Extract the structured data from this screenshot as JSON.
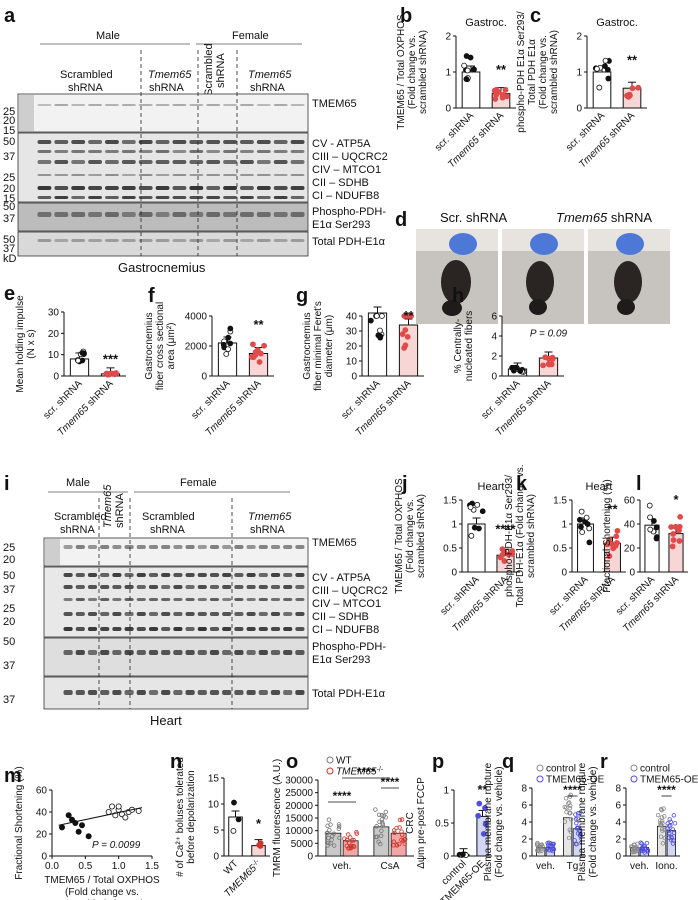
{
  "panels": {
    "a": {
      "letter": "a",
      "groups": [
        "Male",
        "Female"
      ],
      "lanes": [
        {
          "line1": "Scrambled",
          "line2": "shRNA"
        },
        {
          "line1": "Tmem65",
          "line2": "shRNA"
        },
        {
          "line1": "Scrambled",
          "line2": "shRNA"
        },
        {
          "line1": "Tmem65",
          "line2": "shRNA"
        }
      ],
      "mw": [
        "25",
        "20",
        "15",
        "50",
        "37",
        "37",
        "25",
        "20",
        "15",
        "50",
        "37",
        "50",
        "37",
        "kD"
      ],
      "bands": [
        "TMEM65",
        "CV - ATP5A",
        "CIII – UQCRC2",
        "CIV – MTCO1",
        "CII – SDHB",
        "CI – NDUFB8",
        "Phospho-PDH-",
        "E1α Ser293",
        "Total PDH-E1α"
      ],
      "tissue": "Gastrocnemius"
    },
    "d": {
      "letter": "d",
      "left_title": "Scr. shRNA",
      "right_title_it": "Tmem65",
      "right_title": " shRNA"
    },
    "i": {
      "letter": "i",
      "groups": [
        "Male",
        "Female"
      ],
      "lanes": [
        {
          "line1": "Scrambled",
          "line2": "shRNA"
        },
        {
          "line1": "Tmem65",
          "line2": "shRNA"
        },
        {
          "line1": "Scrambled",
          "line2": "shRNA"
        },
        {
          "line1": "Tmem65",
          "line2": "shRNA"
        }
      ],
      "mw": [
        "25",
        "20",
        "50",
        "37",
        "37",
        "25",
        "20",
        "50",
        "37",
        "37"
      ],
      "bands": [
        "TMEM65",
        "CV - ATP5A",
        "CIII – UQCRC2",
        "CIV – MTCO1",
        "CII – SDHB",
        "CI – NDUFB8",
        "Phospho-PDH-",
        "E1α Ser293",
        "Total PDH-E1α"
      ],
      "tissue": "Heart"
    }
  },
  "common": {
    "scr": "scr. shRNA",
    "tm_it": "Tmem65",
    "tm": " shRNA",
    "wt": "WT",
    "ko": "TMEM65",
    "ko_sup": "-/-",
    "control": "control",
    "oe": "TMEM65-OE",
    "veh": "veh."
  },
  "chart_data": [
    {
      "id": "b",
      "type": "bar",
      "title": "Gastroc.",
      "ylabel": [
        "TMEM65 / Total OXPHOS",
        "(Fold change vs.",
        "scrambled shRNA)"
      ],
      "ylim": [
        0,
        2
      ],
      "yticks": [
        0,
        1,
        2
      ],
      "categories": [
        "scr. shRNA",
        "Tmem65 shRNA"
      ],
      "values": [
        1.0,
        0.4
      ],
      "sig": "**"
    },
    {
      "id": "c",
      "type": "bar",
      "title": "Gastroc.",
      "ylabel": [
        "phospho-PDH E1α Ser293/",
        "Total PDH E1α",
        "(Fold change vs.",
        "scrambled shRNA)"
      ],
      "ylim": [
        0,
        2
      ],
      "yticks": [
        0,
        1,
        2
      ],
      "categories": [
        "scr. shRNA",
        "Tmem65 shRNA"
      ],
      "values": [
        1.0,
        0.55
      ],
      "sig": "**"
    },
    {
      "id": "e",
      "type": "bar",
      "ylabel": [
        "Mean holding impulse",
        "(N x s)"
      ],
      "ylim": [
        0,
        30
      ],
      "yticks": [
        0,
        10,
        20,
        30
      ],
      "categories": [
        "scr. shRNA",
        "Tmem65 shRNA"
      ],
      "values": [
        8,
        1
      ],
      "sig": "***"
    },
    {
      "id": "f",
      "type": "bar",
      "ylabel": [
        "Gastrocnemius",
        "fiber cross sectional",
        "area (μm²)"
      ],
      "ylim": [
        0,
        4000
      ],
      "yticks": [
        0,
        2000,
        4000
      ],
      "categories": [
        "scr. shRNA",
        "Tmem65 shRNA"
      ],
      "values": [
        2200,
        1500
      ],
      "sig": "**"
    },
    {
      "id": "g",
      "type": "bar",
      "ylabel": [
        "Gastrocnemius",
        "fiber minimal Feret's",
        "diameter (μm)"
      ],
      "ylim": [
        0,
        40
      ],
      "yticks": [
        0,
        10,
        20,
        30,
        40
      ],
      "categories": [
        "scr. shRNA",
        "Tmem65 shRNA"
      ],
      "values": [
        42,
        34
      ],
      "sig": "**"
    },
    {
      "id": "h",
      "type": "bar",
      "ylabel": [
        "% Centrally-",
        "nucleated fibers"
      ],
      "ylim": [
        0,
        6
      ],
      "yticks": [
        0,
        2,
        4,
        6
      ],
      "categories": [
        "scr. shRNA",
        "Tmem65 shRNA"
      ],
      "values": [
        0.7,
        1.8
      ],
      "sig": "P = 0.09"
    },
    {
      "id": "j",
      "type": "bar",
      "title": "Heart",
      "ylabel": [
        "TMEM65 / Total OXPHOS",
        "(Fold change vs.",
        "scrambled shRNA)"
      ],
      "ylim": [
        0,
        1.5
      ],
      "yticks": [
        0.0,
        0.5,
        1.0,
        1.5
      ],
      "categories": [
        "scr. shRNA",
        "Tmem65 shRNA"
      ],
      "values": [
        1.0,
        0.35
      ],
      "sig": "****"
    },
    {
      "id": "k",
      "type": "bar",
      "title": "Heart",
      "ylabel": [
        "phospho-PDH-E1α Ser293/",
        "Total PDH-E1α (Fold change vs.",
        "scrambled shRNA)"
      ],
      "ylim": [
        0,
        1.5
      ],
      "yticks": [
        0.0,
        0.5,
        1.0,
        1.5
      ],
      "categories": [
        "scr. shRNA",
        "Tmem65 shRNA"
      ],
      "values": [
        1.0,
        0.6
      ],
      "sig": "**"
    },
    {
      "id": "l",
      "type": "bar",
      "ylabel": [
        "Fractional Shortening (%)"
      ],
      "ylim": [
        0,
        60
      ],
      "yticks": [
        0,
        20,
        40,
        60
      ],
      "categories": [
        "scr. shRNA",
        "Tmem65 shRNA"
      ],
      "values": [
        39,
        32
      ],
      "sig": "*"
    },
    {
      "id": "m",
      "type": "scatter",
      "ylabel": [
        "Fractional Shortening (%)"
      ],
      "xlabel": [
        "TMEM65 / Total OXPHOS",
        "(Fold change vs.",
        "scrambled shRNA)"
      ],
      "xlim": [
        0,
        1.5
      ],
      "ylim": [
        0,
        60
      ],
      "xticks": [
        0.0,
        0.5,
        1.0,
        1.5
      ],
      "yticks": [
        0,
        20,
        40,
        60
      ],
      "annotation": "P = 0.0099",
      "points": [
        [
          0.15,
          26
        ],
        [
          0.25,
          37
        ],
        [
          0.3,
          33
        ],
        [
          0.35,
          30
        ],
        [
          0.4,
          22
        ],
        [
          0.45,
          28
        ],
        [
          0.55,
          18
        ],
        [
          0.85,
          40
        ],
        [
          0.95,
          37
        ],
        [
          1.0,
          42
        ],
        [
          1.05,
          38
        ],
        [
          1.1,
          35
        ],
        [
          1.15,
          40
        ],
        [
          1.2,
          42
        ],
        [
          1.3,
          41
        ],
        [
          0.9,
          45
        ],
        [
          1.0,
          45
        ]
      ]
    },
    {
      "id": "n",
      "type": "bar",
      "ylabel": [
        "# of Ca²⁺ boluses tolerated",
        "before depolarization"
      ],
      "ylim": [
        0,
        15
      ],
      "yticks": [
        0,
        5,
        10,
        15
      ],
      "categories": [
        "WT",
        "TMEM65-/-"
      ],
      "values": [
        7.5,
        2
      ],
      "sig": "*"
    },
    {
      "id": "o",
      "type": "bar",
      "ylabel": [
        "TMRM fluorescence (A.U.)"
      ],
      "ylim": [
        0,
        30000
      ],
      "yticks": [
        0,
        5000,
        10000,
        15000,
        20000,
        25000,
        30000
      ],
      "groups": [
        "veh.",
        "CsA"
      ],
      "series": [
        {
          "name": "WT",
          "values": [
            9000,
            11500
          ]
        },
        {
          "name": "TMEM65-/-",
          "values": [
            6000,
            9000
          ]
        }
      ],
      "sig": "****"
    },
    {
      "id": "p",
      "type": "bar",
      "ylabel": [
        "CRC",
        "Δψm pre-post FCCP"
      ],
      "ylim": [
        0,
        1.0
      ],
      "yticks": [
        0.0,
        0.5,
        1.0
      ],
      "categories": [
        "control",
        "TMEM65-OE"
      ],
      "values": [
        0.02,
        0.6
      ],
      "sig": "**"
    },
    {
      "id": "q",
      "type": "bar",
      "ylabel": [
        "Plasma membrane rupture",
        "(Fold change vs. vehicle)"
      ],
      "ylim": [
        0,
        8
      ],
      "yticks": [
        0,
        2,
        4,
        6,
        8
      ],
      "groups": [
        "veh.",
        "Tg"
      ],
      "series": [
        {
          "name": "control",
          "values": [
            1,
            4.5
          ]
        },
        {
          "name": "TMEM65-OE",
          "values": [
            1,
            3.2
          ]
        }
      ],
      "sig": "****"
    },
    {
      "id": "r",
      "type": "bar",
      "ylabel": [
        "Plasma membrane rupture",
        "(Fold change vs. vehicle)"
      ],
      "ylim": [
        0,
        8
      ],
      "yticks": [
        0,
        2,
        4,
        6,
        8
      ],
      "groups": [
        "veh.",
        "Iono."
      ],
      "series": [
        {
          "name": "control",
          "values": [
            1,
            3.5
          ]
        },
        {
          "name": "TMEM65-OE",
          "values": [
            1,
            3.0
          ]
        }
      ],
      "sig": "****"
    }
  ],
  "colors": {
    "control_bar": "#ffffff",
    "treat_bar": "#f9d6d6",
    "treat_dot": "#e24a4a",
    "oe_bar": "#d3d6f6",
    "oe_dot": "#4d4ee0",
    "ko_dot": "#d0342c"
  }
}
